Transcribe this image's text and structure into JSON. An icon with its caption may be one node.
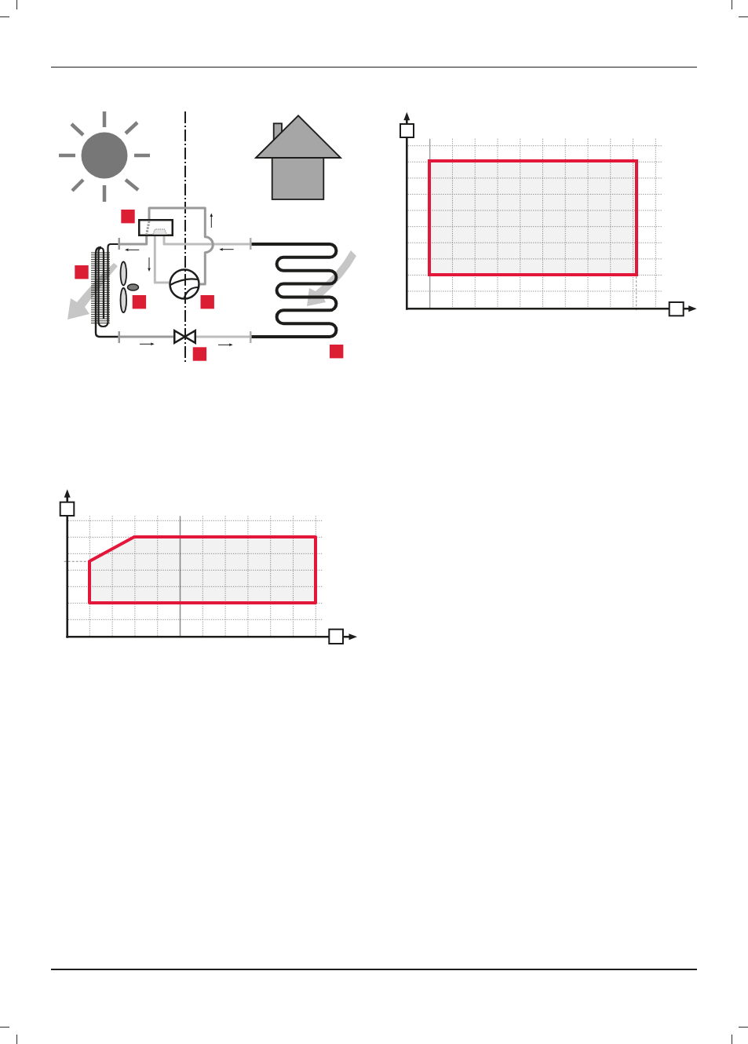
{
  "diagram": {
    "nodes": [
      {
        "text": [],
        "shape": "picture"
      },
      {
        "text": [],
        "shape": "picture"
      },
      {
        "text": [],
        "shape": "picture"
      },
      {
        "text": [],
        "shape": "picture"
      },
      {
        "text": [],
        "shape": "picture"
      },
      {
        "text": [],
        "shape": "box"
      },
      {
        "text": [],
        "shape": "polygon"
      }
    ],
    "edges": [
      {
        "from": 1,
        "to": 0,
        "arrow": "none"
      },
      {
        "from": 0,
        "to": 3,
        "arrow": "none"
      },
      {
        "from": 3,
        "to": 4,
        "arrow": "none",
        "color": "#bdbdbd"
      },
      {
        "from": 4,
        "to": 1,
        "arrow": "none",
        "color": "#bdbdbd"
      },
      {
        "from": 1,
        "to": 2,
        "arrow": "none",
        "color": "#bdbdbd"
      },
      {
        "from": 2,
        "to": 1,
        "arrow": "none"
      }
    ]
  }
}
